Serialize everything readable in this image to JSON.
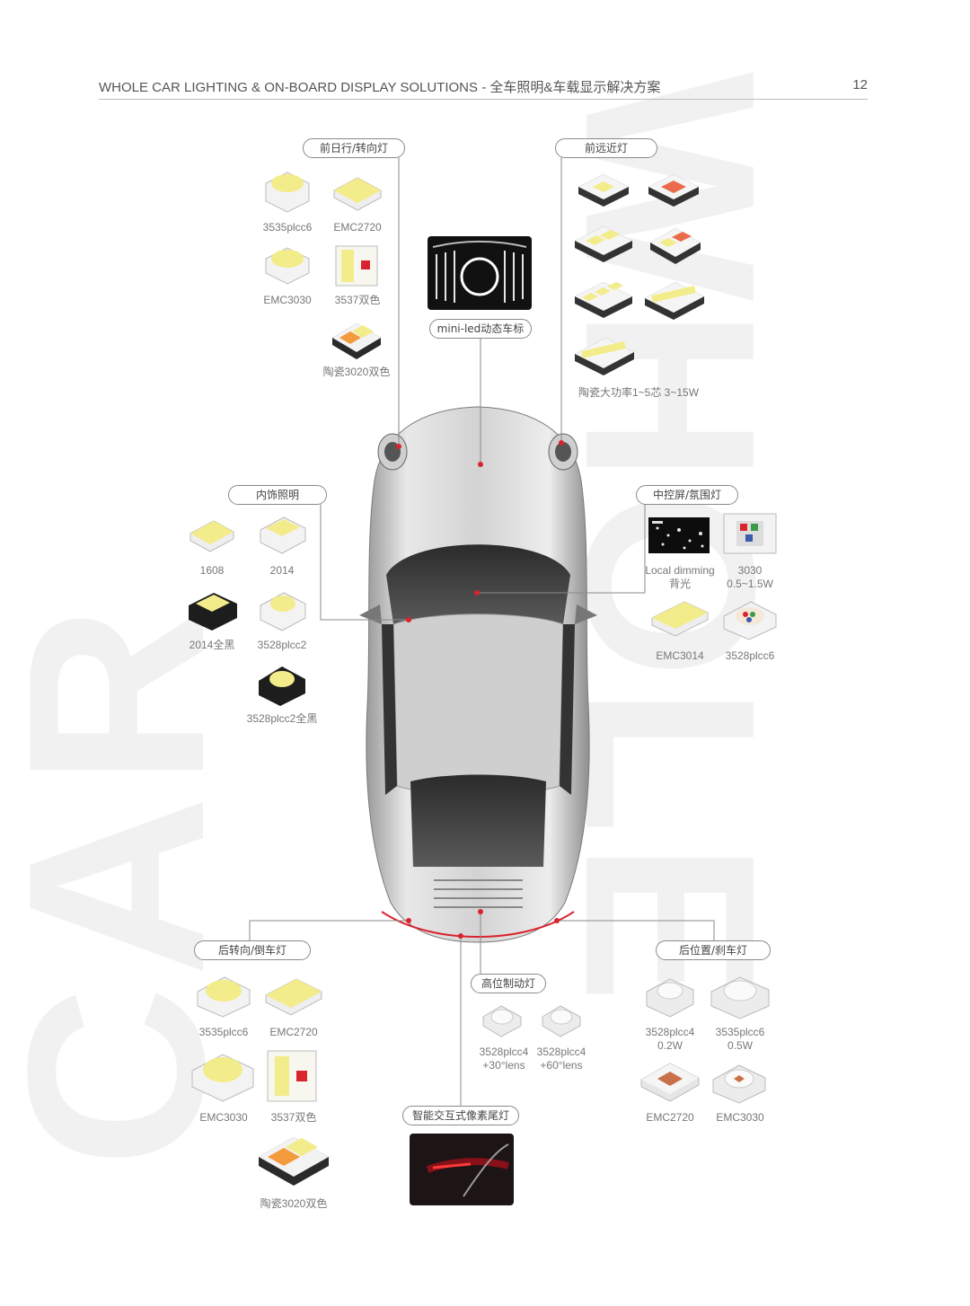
{
  "header": {
    "title": "WHOLE CAR LIGHTING & ON-BOARD DISPLAY SOLUTIONS - 全车照明&车载显示解决方案",
    "page_number": "12"
  },
  "watermark": {
    "left_word": "CAR",
    "right_word": "WHOLE"
  },
  "colors": {
    "accent_red": "#d9232e",
    "chip_yellow": "#f3ec8a",
    "chip_orange": "#f29a3c",
    "chip_body": "#f2f2f2",
    "line": "#8a8a8a"
  },
  "sections": {
    "front_drl": {
      "title": "前日行/转向灯",
      "items": [
        "3535plcc6",
        "EMC2720",
        "EMC3030",
        "3537双色",
        "陶瓷3020双色"
      ]
    },
    "headlight": {
      "title": "前远近灯",
      "caption": "陶瓷大功率1~5芯 3~15W"
    },
    "logo": {
      "title": "mini-led动态车标"
    },
    "interior": {
      "title": "内饰照明",
      "items": [
        "1608",
        "2014",
        "2014全黑",
        "3528plcc2",
        "3528plcc2全黑"
      ]
    },
    "console": {
      "title": "中控屏/氛围灯",
      "items": [
        {
          "line1": "Local dimming",
          "line2": "背光"
        },
        {
          "line1": "3030",
          "line2": "0.5~1.5W"
        },
        {
          "line1": "EMC3014",
          "line2": ""
        },
        {
          "line1": "3528plcc6",
          "line2": ""
        }
      ]
    },
    "rear_turn": {
      "title": "后转向/倒车灯",
      "items": [
        "3535plcc6",
        "EMC2720",
        "EMC3030",
        "3537双色",
        "陶瓷3020双色"
      ]
    },
    "high_brake": {
      "title": "高位制动灯",
      "items": [
        {
          "line1": "3528plcc4",
          "line2": "+30°lens"
        },
        {
          "line1": "3528plcc4",
          "line2": "+60°lens"
        }
      ]
    },
    "rear_position": {
      "title": "后位置/刹车灯",
      "items": [
        {
          "line1": "3528plcc4",
          "line2": "0.2W"
        },
        {
          "line1": "3535plcc6",
          "line2": "0.5W"
        },
        {
          "line1": "EMC2720",
          "line2": ""
        },
        {
          "line1": "EMC3030",
          "line2": ""
        }
      ]
    },
    "pixel_tail": {
      "title": "智能交互式像素尾灯"
    }
  }
}
